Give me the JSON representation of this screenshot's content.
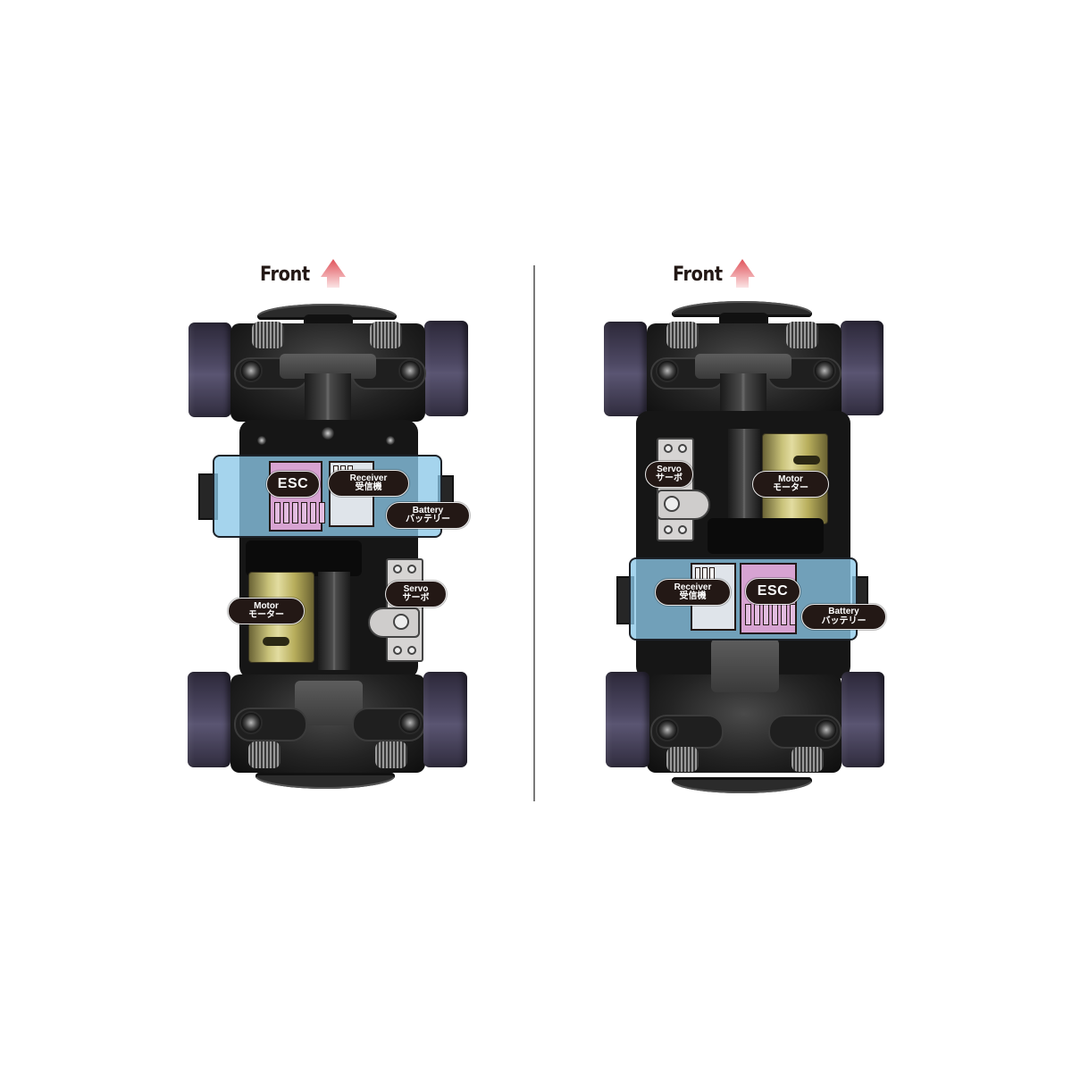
{
  "diagram": {
    "direction_label": "Front",
    "direction_icon": "up-arrow-icon",
    "colors": {
      "background": "#ffffff",
      "label_text": "#231815",
      "arrow_top": "#e0525a",
      "arrow_bottom": "#f8d8da",
      "divider": "#7a7a7a",
      "battery_overlay": "#8cc8e8",
      "esc_fill": "#d7a3d2",
      "receiver_fill": "#dfe4ea",
      "pill_fill": "#231815",
      "tire": "#4e4964",
      "motor_gold": "#c9c27a"
    },
    "layouts": [
      {
        "id": "left",
        "front_label": "Front",
        "components": {
          "esc": {
            "en": "ESC"
          },
          "receiver": {
            "en": "Receiver",
            "jp": "受信機"
          },
          "battery": {
            "en": "Battery",
            "jp": "バッテリー"
          },
          "motor": {
            "en": "Motor",
            "jp": "モーター"
          },
          "servo": {
            "en": "Servo",
            "jp": "サーボ"
          }
        }
      },
      {
        "id": "right",
        "front_label": "Front",
        "components": {
          "esc": {
            "en": "ESC"
          },
          "receiver": {
            "en": "Receiver",
            "jp": "受信機"
          },
          "battery": {
            "en": "Battery",
            "jp": "バッテリー"
          },
          "motor": {
            "en": "Motor",
            "jp": "モーター"
          },
          "servo": {
            "en": "Servo",
            "jp": "サーボ"
          }
        }
      }
    ]
  }
}
